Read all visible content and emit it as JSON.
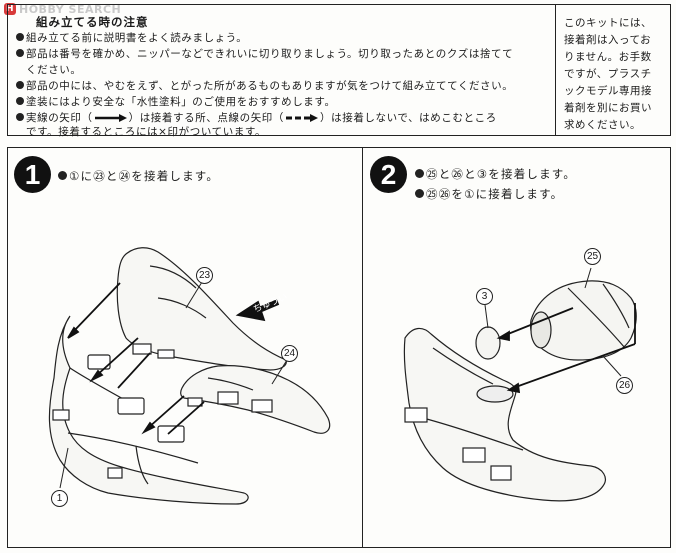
{
  "watermark": {
    "badge": "H",
    "text": "HOBBY SEARCH"
  },
  "notes": {
    "title": "組み立てる時の注意",
    "items": [
      "組み立てる前に説明書をよく読みましょう。",
      "部品は番号を確かめ、ニッパーなどできれいに切り取りましょう。切り取ったあとのクズは捨てて",
      "ください。",
      "部品の中には、やむをえず、とがった所があるものもありますが気をつけて組み立ててください。",
      "塗装にはより安全な「水性塗料」のご使用をおすすめします。"
    ],
    "arrow_note_a": "実線の矢印（",
    "arrow_note_b": "）は接着する所、点線の矢印（",
    "arrow_note_c": "）は接着しないで、はめこむところ",
    "arrow_note_d": "です。接着するところには×印がついています。"
  },
  "side_box": {
    "lines": [
      "このキットには、",
      "接着剤は入ってお",
      "りません。お手数",
      "ですが、プラスチ",
      "ックモデル専用接",
      "着剤を別にお買い",
      "求めください。"
    ]
  },
  "step1": {
    "number": "1",
    "instruction": "①に㉓と㉔を接着します。",
    "labels": {
      "p23": "23",
      "p24": "24",
      "p1": "1",
      "attention": "ちゅうい"
    }
  },
  "step2": {
    "number": "2",
    "instruction_1": "㉕と㉖と③を接着します。",
    "instruction_2": "㉕㉖を①に接着します。",
    "labels": {
      "p25": "25",
      "p3": "3",
      "p26": "26"
    }
  },
  "colors": {
    "ink": "#1a1a1a",
    "paper": "#fdfdfb",
    "watermark_badge": "#d83a3a"
  }
}
